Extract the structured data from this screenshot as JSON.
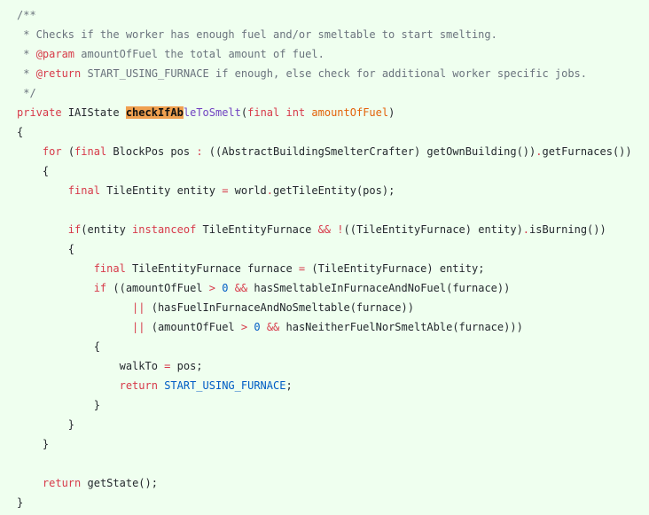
{
  "editor": {
    "lines": [
      [
        {
          "t": "/**",
          "c": "cm"
        }
      ],
      [
        {
          "t": " * Checks if the worker has enough fuel and/or smeltable to start smelting.",
          "c": "cm"
        }
      ],
      [
        {
          "t": " * ",
          "c": "cm"
        },
        {
          "t": "@param",
          "c": "tag"
        },
        {
          "t": " amountOfFuel the total amount of fuel.",
          "c": "cm"
        }
      ],
      [
        {
          "t": " * ",
          "c": "cm"
        },
        {
          "t": "@return",
          "c": "tag"
        },
        {
          "t": " START_USING_FURNACE if enough, else check for additional worker specific jobs.",
          "c": "cm"
        }
      ],
      [
        {
          "t": " */",
          "c": "cm"
        }
      ],
      [
        {
          "t": "private",
          "c": "kw"
        },
        {
          "t": " IAIState "
        },
        {
          "t": "checkIfAb",
          "c": "hl"
        },
        {
          "t": "leToSmelt",
          "c": "fn"
        },
        {
          "t": "("
        },
        {
          "t": "final",
          "c": "kw"
        },
        {
          "t": " "
        },
        {
          "t": "int",
          "c": "kw"
        },
        {
          "t": " "
        },
        {
          "t": "amountOfFuel",
          "c": "param"
        },
        {
          "t": ")"
        }
      ],
      [
        {
          "t": "{"
        }
      ],
      [
        {
          "t": "    "
        },
        {
          "t": "for",
          "c": "kw"
        },
        {
          "t": " ("
        },
        {
          "t": "final",
          "c": "kw"
        },
        {
          "t": " BlockPos pos "
        },
        {
          "t": ":",
          "c": "op"
        },
        {
          "t": " ((AbstractBuildingSmelterCrafter) getOwnBuilding())"
        },
        {
          "t": ".",
          "c": "op"
        },
        {
          "t": "getFurnaces())"
        }
      ],
      [
        {
          "t": "    {"
        }
      ],
      [
        {
          "t": "        "
        },
        {
          "t": "final",
          "c": "kw"
        },
        {
          "t": " TileEntity entity "
        },
        {
          "t": "=",
          "c": "op"
        },
        {
          "t": " world"
        },
        {
          "t": ".",
          "c": "op"
        },
        {
          "t": "getTileEntity(pos);"
        }
      ],
      [
        {
          "t": ""
        }
      ],
      [
        {
          "t": "        "
        },
        {
          "t": "if",
          "c": "kw"
        },
        {
          "t": "(entity "
        },
        {
          "t": "instanceof",
          "c": "kw"
        },
        {
          "t": " TileEntityFurnace "
        },
        {
          "t": "&&",
          "c": "op"
        },
        {
          "t": " "
        },
        {
          "t": "!",
          "c": "op"
        },
        {
          "t": "((TileEntityFurnace) entity)"
        },
        {
          "t": ".",
          "c": "op"
        },
        {
          "t": "isBurning())"
        }
      ],
      [
        {
          "t": "        {"
        }
      ],
      [
        {
          "t": "            "
        },
        {
          "t": "final",
          "c": "kw"
        },
        {
          "t": " TileEntityFurnace furnace "
        },
        {
          "t": "=",
          "c": "op"
        },
        {
          "t": " (TileEntityFurnace) entity;"
        }
      ],
      [
        {
          "t": "            "
        },
        {
          "t": "if",
          "c": "kw"
        },
        {
          "t": " ((amountOfFuel "
        },
        {
          "t": ">",
          "c": "op"
        },
        {
          "t": " "
        },
        {
          "t": "0",
          "c": "num"
        },
        {
          "t": " "
        },
        {
          "t": "&&",
          "c": "op"
        },
        {
          "t": " hasSmeltableInFurnaceAndNoFuel(furnace))"
        }
      ],
      [
        {
          "t": "                  "
        },
        {
          "t": "||",
          "c": "op"
        },
        {
          "t": " (hasFuelInFurnaceAndNoSmeltable(furnace))"
        }
      ],
      [
        {
          "t": "                  "
        },
        {
          "t": "||",
          "c": "op"
        },
        {
          "t": " (amountOfFuel "
        },
        {
          "t": ">",
          "c": "op"
        },
        {
          "t": " "
        },
        {
          "t": "0",
          "c": "num"
        },
        {
          "t": " "
        },
        {
          "t": "&&",
          "c": "op"
        },
        {
          "t": " hasNeitherFuelNorSmeltAble(furnace)))"
        }
      ],
      [
        {
          "t": "            {"
        }
      ],
      [
        {
          "t": "                walkTo "
        },
        {
          "t": "=",
          "c": "op"
        },
        {
          "t": " pos;"
        }
      ],
      [
        {
          "t": "                "
        },
        {
          "t": "return",
          "c": "kw"
        },
        {
          "t": " "
        },
        {
          "t": "START_USING_FURNACE",
          "c": "cst"
        },
        {
          "t": ";"
        }
      ],
      [
        {
          "t": "            }"
        }
      ],
      [
        {
          "t": "        }"
        }
      ],
      [
        {
          "t": "    }"
        }
      ],
      [
        {
          "t": ""
        }
      ],
      [
        {
          "t": "    "
        },
        {
          "t": "return",
          "c": "kw"
        },
        {
          "t": " getState();"
        }
      ],
      [
        {
          "t": "}"
        }
      ]
    ]
  }
}
